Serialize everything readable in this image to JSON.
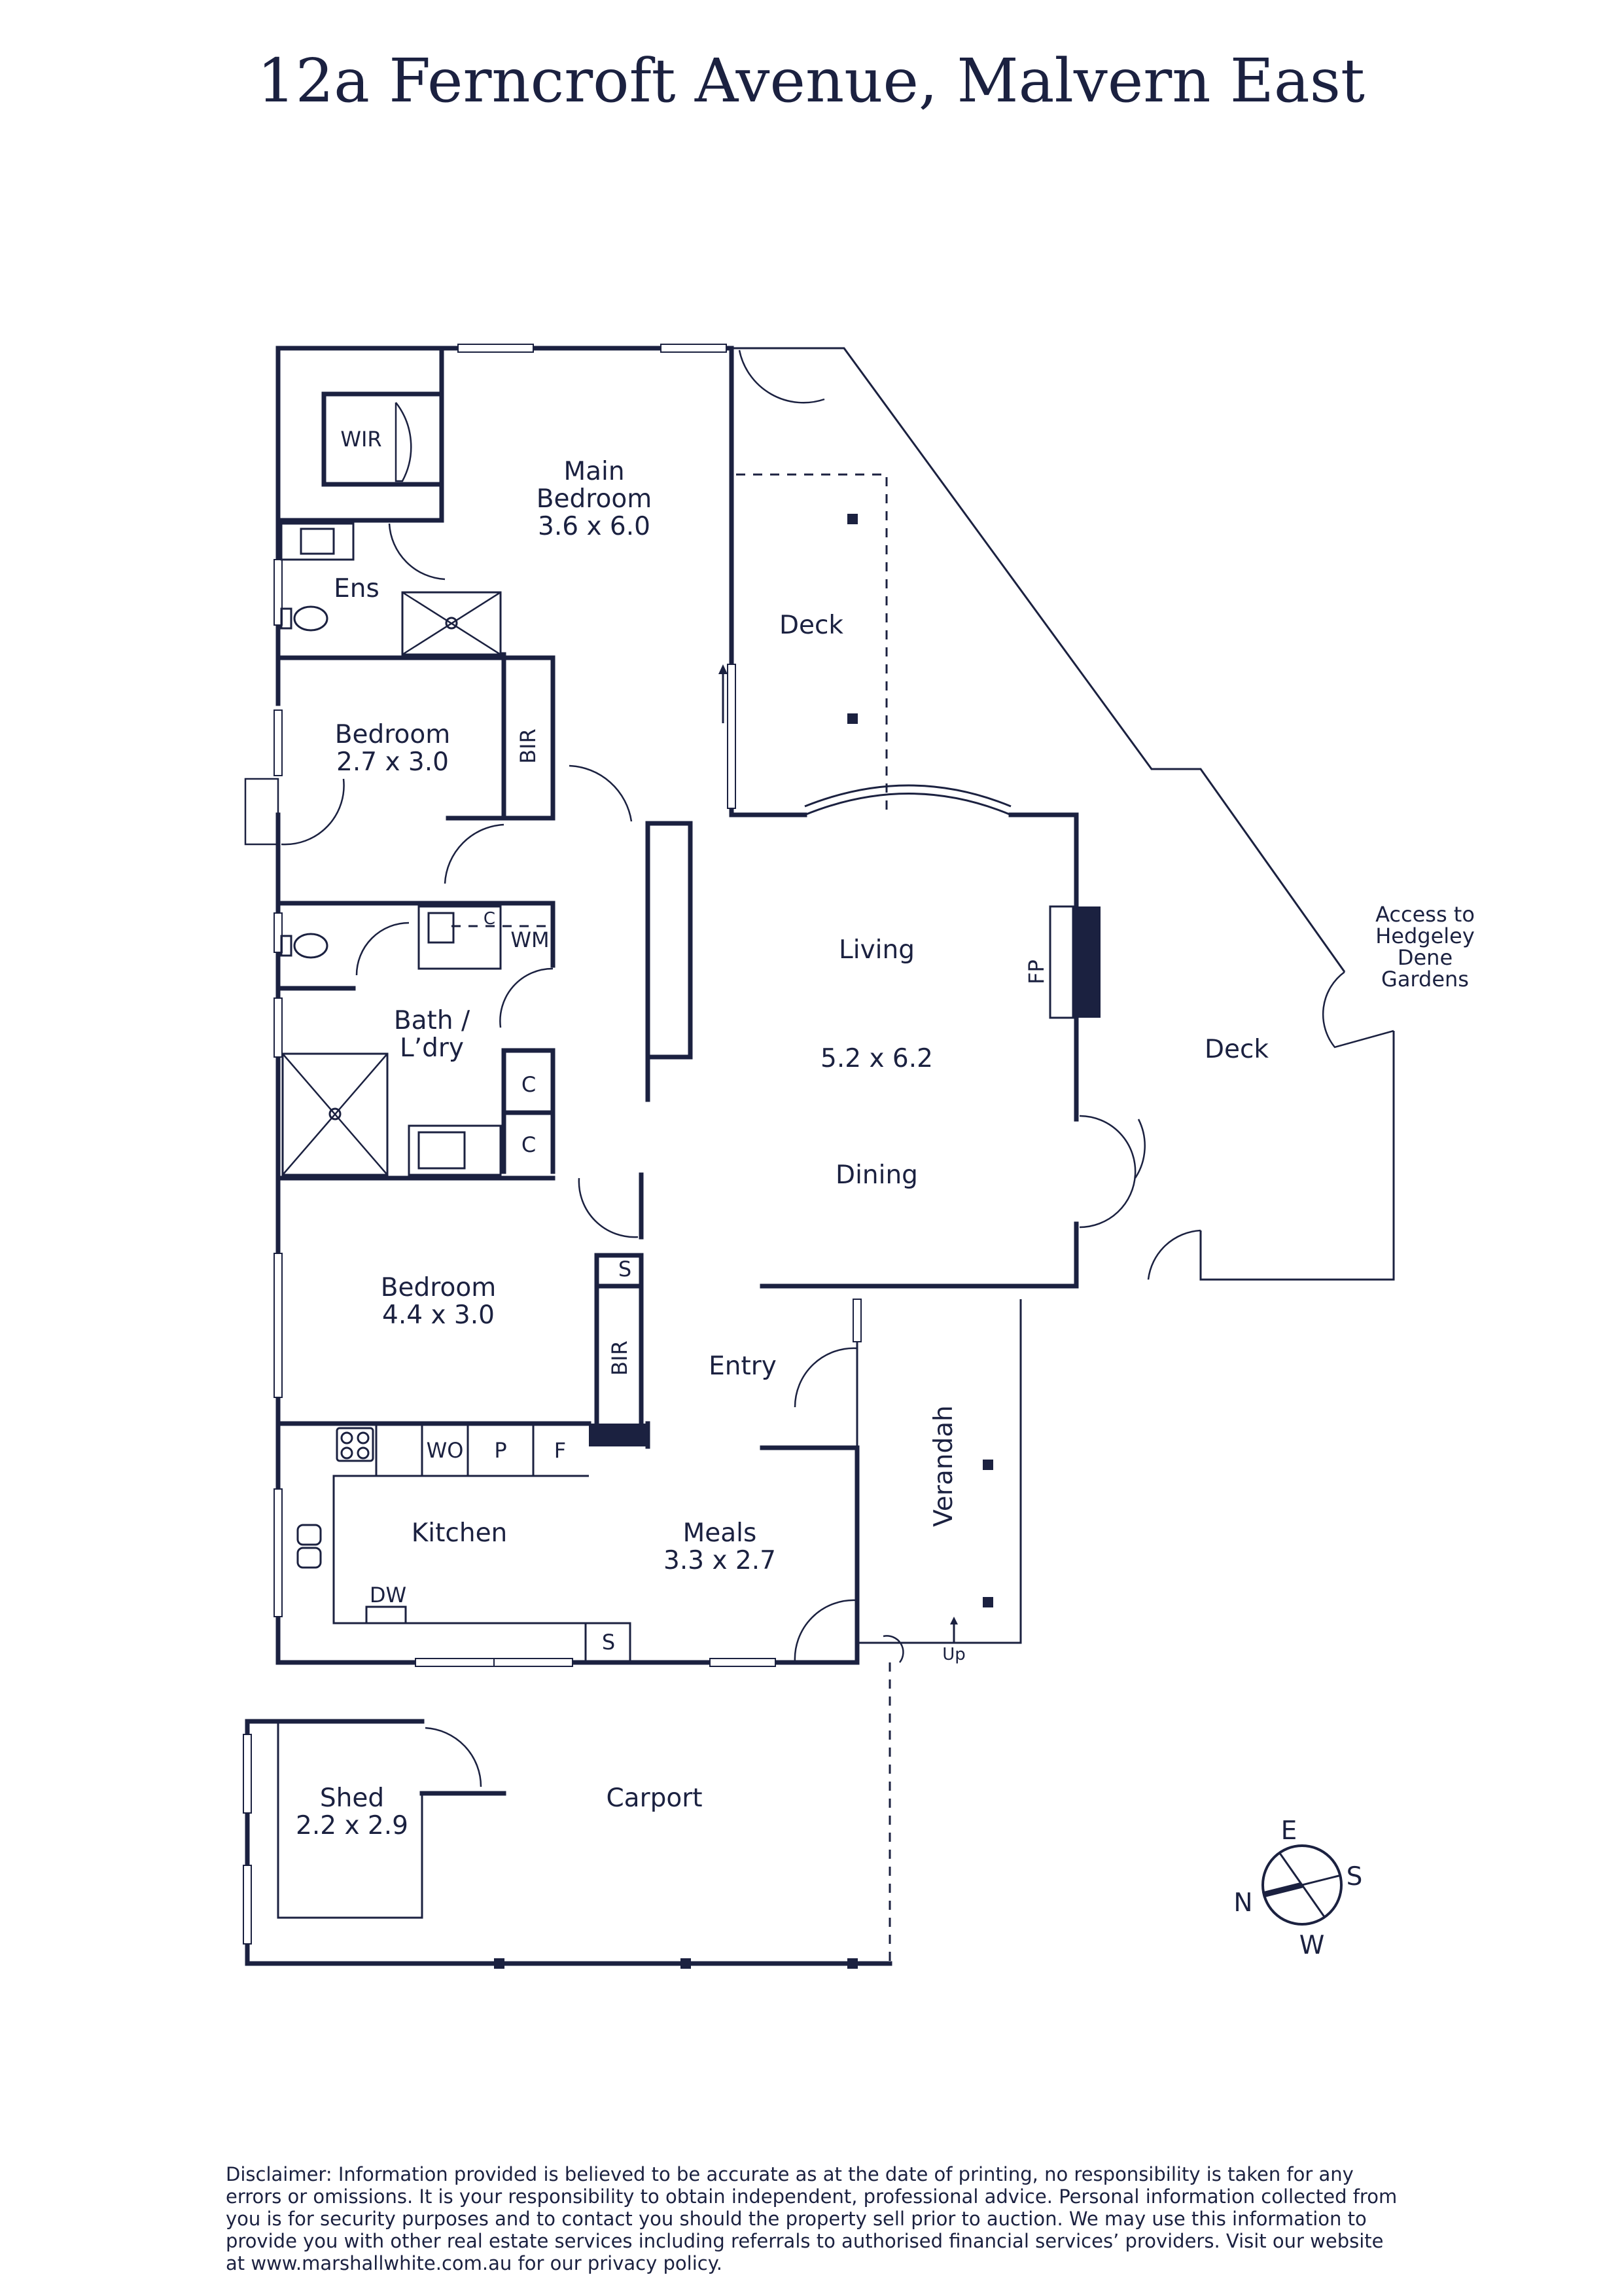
{
  "title": "12a Ferncroft Avenue, Malvern East",
  "rooms": {
    "wir": "WIR",
    "main_bedroom_name": "Main",
    "main_bedroom_name2": "Bedroom",
    "main_bedroom_size": "3.6 x 6.0",
    "ensuite": "Ens",
    "deck_rear": "Deck",
    "bedroom2_name": "Bedroom",
    "bedroom2_size": "2.7 x 3.0",
    "bir1": "BIR",
    "wm": "WM",
    "c_small": "C",
    "bath_line1": "Bath /",
    "bath_line2": "L’dry",
    "c1": "C",
    "c2": "C",
    "living": "Living",
    "living_size": "5.2 x 6.2",
    "dining": "Dining",
    "fp": "FP",
    "deck_side": "Deck",
    "access_line1": "Access to",
    "access_line2": "Hedgeley",
    "access_line3": "Dene",
    "access_line4": "Gardens",
    "bedroom3_name": "Bedroom",
    "bedroom3_size": "4.4 x 3.0",
    "s1": "S",
    "bir2": "BIR",
    "entry": "Entry",
    "verandah": "Verandah",
    "wo": "WO",
    "p": "P",
    "f": "F",
    "kitchen": "Kitchen",
    "meals": "Meals",
    "meals_size": "3.3 x 2.7",
    "dw": "DW",
    "s2": "S",
    "up": "Up",
    "shed": "Shed",
    "shed_size": "2.2 x 2.9",
    "carport": "Carport"
  },
  "compass": {
    "e": "E",
    "s": "S",
    "n": "N",
    "w": "W"
  },
  "disclaimer": "Disclaimer: Information provided is believed to be accurate as at the date of printing, no responsibility is taken for any errors or omissions. It is your responsibility to obtain independent, professional advice. Personal information collected from you is for security purposes and to contact you should the property sell prior to auction. We may use this information to provide you with other real estate services including referrals to authorised financial services’ providers. Visit our website at www.marshallwhite.com.au for our privacy policy.",
  "colors": {
    "ink": "#1b2140",
    "background": "#ffffff"
  }
}
